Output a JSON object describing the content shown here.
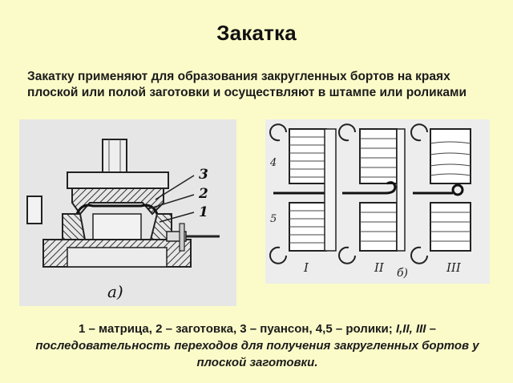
{
  "slide": {
    "title": "Закатка",
    "intro": "Закатку применяют для образования закругленных бортов на краях плоской или полой заготовки и осуществляют в штампе или роликами",
    "caption_plain": "1 – матрица, 2 – заготовка, 3 – пуансон, 4,5 – ролики; ",
    "caption_italic_1": "I,II, III",
    "caption_dash": " –",
    "caption_italic_2": "последовательность переходов для получения закругленных бортов у плоской заготовки."
  },
  "figure_a": {
    "label": "а)",
    "callouts": [
      "3",
      "2",
      "1"
    ]
  },
  "figure_b": {
    "label": "б)",
    "roller_labels": [
      "4",
      "5"
    ],
    "stage_labels": [
      "I",
      "II",
      "III"
    ]
  }
}
